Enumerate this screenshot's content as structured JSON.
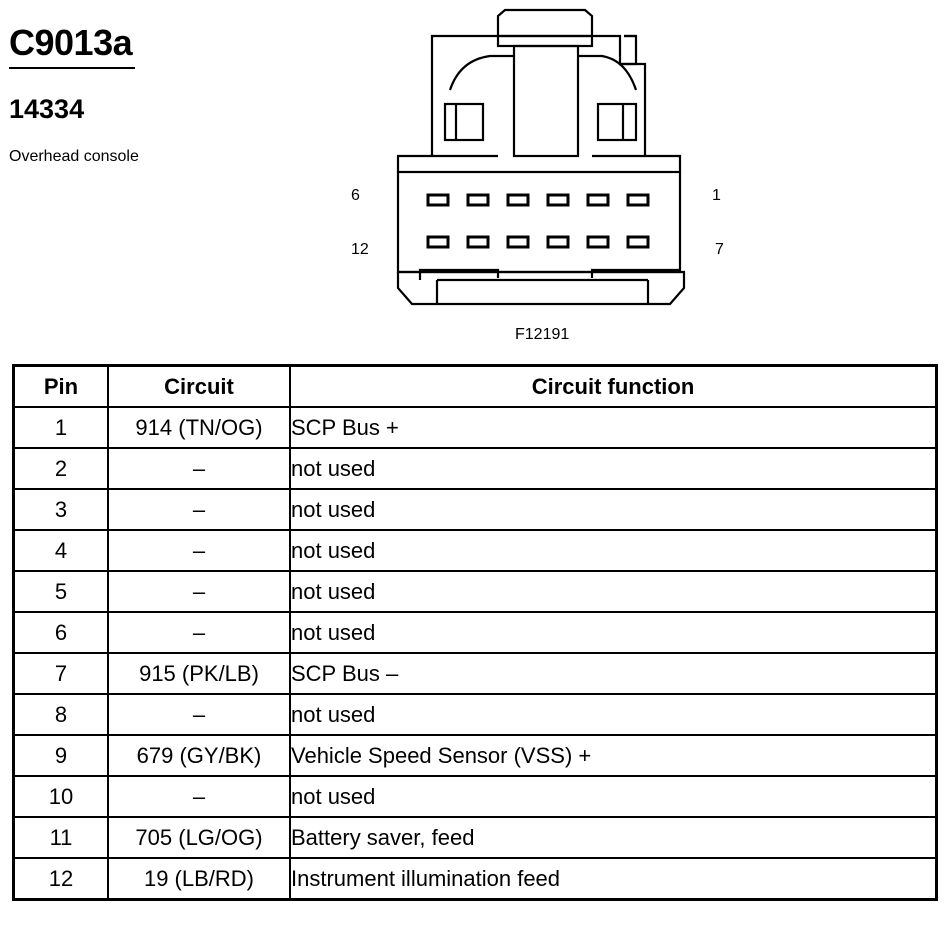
{
  "header": {
    "connector_id": "C9013a",
    "part_number": "14334",
    "location": "Overhead console"
  },
  "diagram": {
    "pin_labels": {
      "top_left": "6",
      "top_right": "1",
      "bottom_left": "12",
      "bottom_right": "7"
    },
    "figure_id": "F12191"
  },
  "table": {
    "headers": {
      "pin": "Pin",
      "circuit": "Circuit",
      "function": "Circuit function"
    },
    "rows": [
      {
        "pin": "1",
        "circuit": "914 (TN/OG)",
        "function": "SCP Bus +"
      },
      {
        "pin": "2",
        "circuit": "–",
        "function": "not used"
      },
      {
        "pin": "3",
        "circuit": "–",
        "function": "not used"
      },
      {
        "pin": "4",
        "circuit": "–",
        "function": "not used"
      },
      {
        "pin": "5",
        "circuit": "–",
        "function": "not used"
      },
      {
        "pin": "6",
        "circuit": "–",
        "function": "not used"
      },
      {
        "pin": "7",
        "circuit": "915 (PK/LB)",
        "function": "SCP Bus –"
      },
      {
        "pin": "8",
        "circuit": "–",
        "function": "not used"
      },
      {
        "pin": "9",
        "circuit": "679 (GY/BK)",
        "function": "Vehicle Speed Sensor (VSS) +"
      },
      {
        "pin": "10",
        "circuit": "–",
        "function": "not used"
      },
      {
        "pin": "11",
        "circuit": "705 (LG/OG)",
        "function": "Battery saver, feed"
      },
      {
        "pin": "12",
        "circuit": "19 (LB/RD)",
        "function": "Instrument illumination feed"
      }
    ]
  }
}
